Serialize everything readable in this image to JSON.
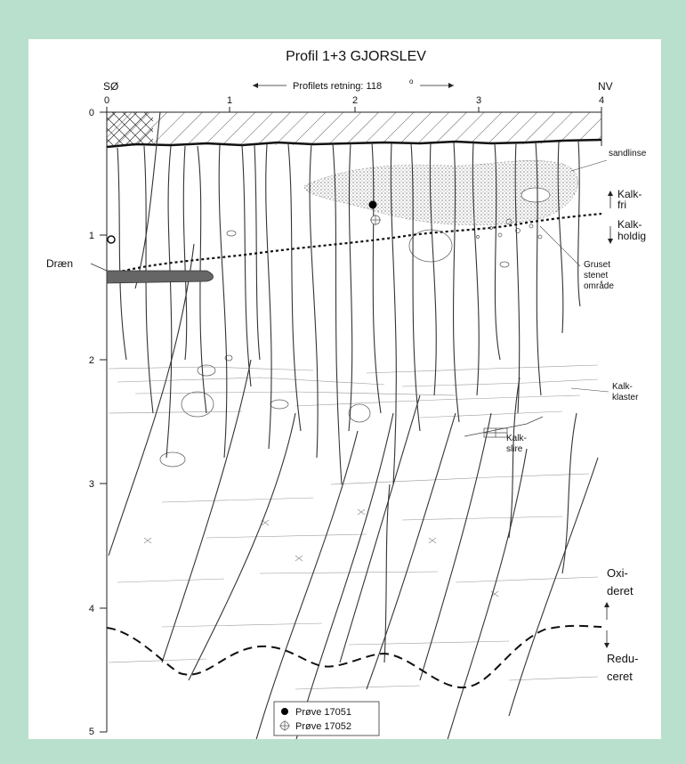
{
  "title": "Profil 1+3  GJORSLEV",
  "direction": {
    "left": "SØ",
    "right": "NV",
    "text": "Profilets retning: 118",
    "degree_mark": "o"
  },
  "x_axis": {
    "ticks": [
      "0",
      "1",
      "2",
      "3",
      "4"
    ]
  },
  "y_axis": {
    "ticks": [
      "0",
      "1",
      "2",
      "3",
      "4",
      "5"
    ]
  },
  "labels": {
    "sandlinse": "sandlinse",
    "kalk_fri_1": "Kalk-",
    "kalk_fri_2": "fri",
    "kalk_holdig_1": "Kalk-",
    "kalk_holdig_2": "holdig",
    "draen": "Dræn",
    "gruset_1": "Gruset",
    "gruset_2": "stenet",
    "gruset_3": "område",
    "kalkklaster_1": "Kalk-",
    "kalkklaster_2": "klaster",
    "kalkslire_1": "Kalk-",
    "kalkslire_2": "slire",
    "oxideret_1": "Oxi-",
    "oxideret_2": "deret",
    "reduceret_1": "Redu-",
    "reduceret_2": "ceret"
  },
  "legend": [
    {
      "marker": "filled-circle",
      "label": "Prøve 17051"
    },
    {
      "marker": "crossed-circle",
      "label": "Prøve 17052"
    }
  ],
  "colors": {
    "background": "#b9e0cc",
    "panel": "#ffffff",
    "ink": "#111111",
    "drain": "#666666"
  }
}
